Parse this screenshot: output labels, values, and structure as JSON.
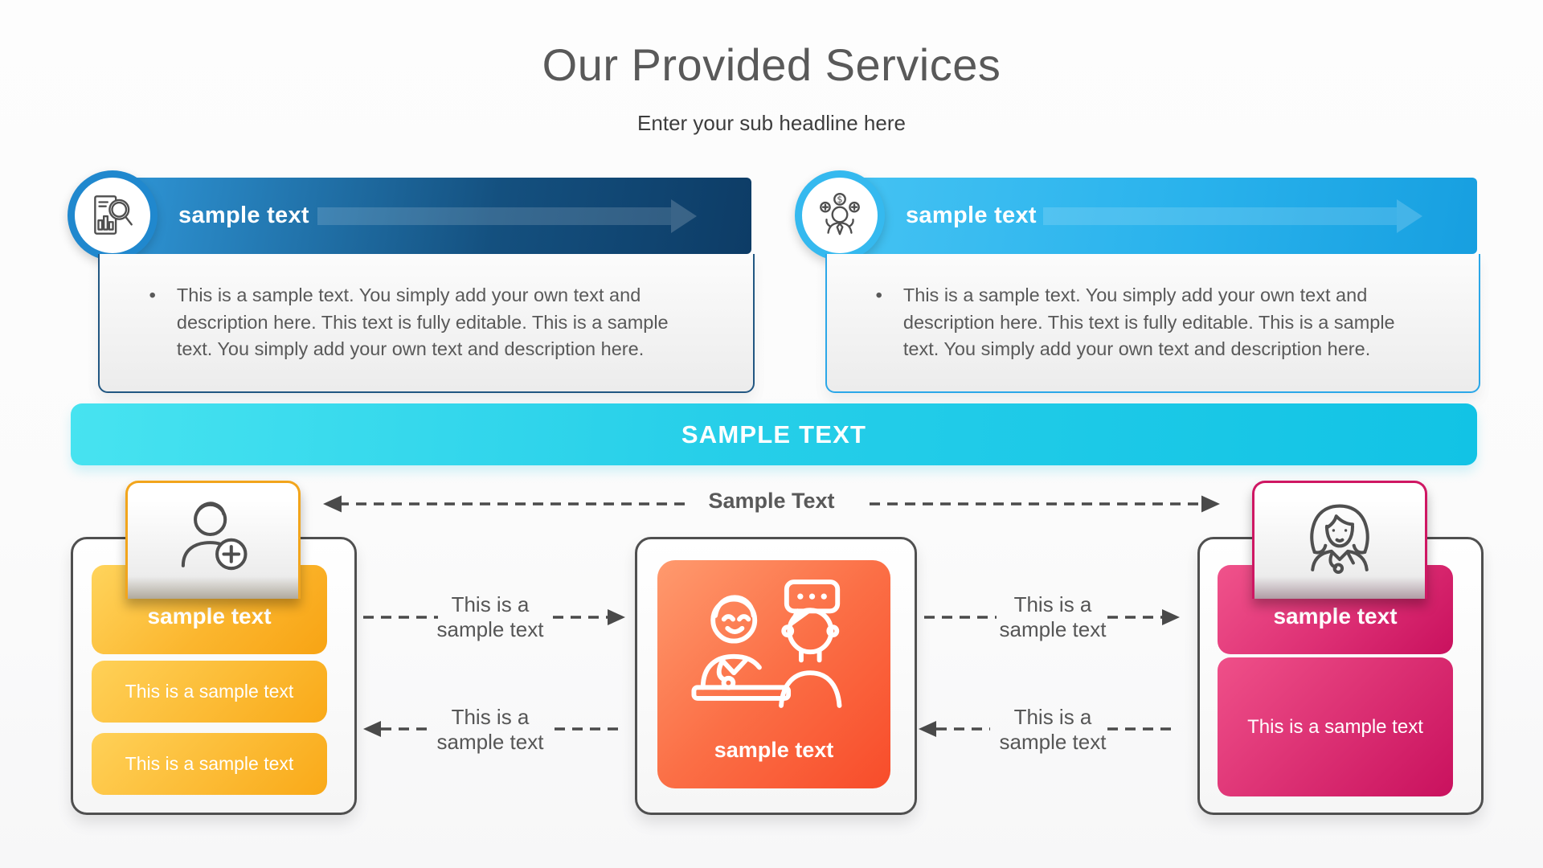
{
  "page": {
    "title": "Our Provided Services",
    "subtitle": "Enter your sub headline here"
  },
  "top_sections": [
    {
      "label": "sample text",
      "icon": "analysis-icon",
      "bullet": "This is a sample text. You simply add your own text and description here. This text is fully editable. This is a sample text. You simply add your own text and description here."
    },
    {
      "label": "sample text",
      "icon": "money-person-icon",
      "bullet": "This is a sample text. You simply add your own text and description here. This text is fully editable. This is a sample text. You simply add your own text and description here."
    }
  ],
  "banner": {
    "label": "SAMPLE TEXT"
  },
  "diagram": {
    "center_top_label": "Sample Text",
    "connectors": [
      "This is a sample text",
      "This is a sample text",
      "This is a sample text",
      "This is a sample text"
    ],
    "cards": {
      "left": {
        "icon": "add-patient-icon",
        "title": "sample text",
        "items": [
          "This is a sample text",
          "This is a sample text"
        ]
      },
      "center": {
        "icon": "doctor-patient-icon",
        "title": "sample text"
      },
      "right": {
        "icon": "female-doctor-icon",
        "title": "sample text",
        "items": [
          "This is a sample text"
        ]
      }
    }
  },
  "colors": {
    "title_text": "#595959",
    "bar_left_gradient": [
      "#2f97d8",
      "#0d3c66"
    ],
    "bar_right_gradient": [
      "#45c3f3",
      "#179fe0"
    ],
    "desc_border_left": "#225782",
    "desc_border_right": "#2ba7e8",
    "banner_gradient": [
      "#47e3f0",
      "#12c3e5"
    ],
    "yellow_gradient": [
      "#ffd45c",
      "#f8a414"
    ],
    "orange_gradient": [
      "#ff9a6e",
      "#f84c2a"
    ],
    "pink_gradient": [
      "#f0538b",
      "#c9115e"
    ],
    "card_border": "#4f4f4f",
    "connector_color": "#4a4a4a"
  }
}
